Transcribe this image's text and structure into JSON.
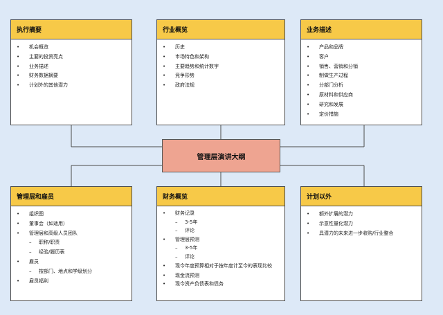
{
  "center": {
    "title": "管理层演讲大纲"
  },
  "boxes": {
    "exec_summary": {
      "title": "执行摘要",
      "items": [
        "机会概览",
        "主要的投资亮点",
        "业务描述",
        "财务数据摘要",
        "计划外的其他潜力"
      ]
    },
    "industry": {
      "title": "行业概览",
      "items": [
        "历史",
        "市场特色和架构",
        "主要趋势和统计数字",
        "竞争形势",
        "政府法规"
      ]
    },
    "business": {
      "title": "业务描述",
      "items": [
        "产品和品牌",
        "客户",
        "销售、营销和分销",
        "制做生产过程",
        "分部门分析",
        "原材料和供应商",
        "研究和发展",
        "定价措施"
      ]
    },
    "management": {
      "title": "管理层和雇员",
      "items": [
        "组织图",
        "董事会（如适用）",
        "管理层和高级人员团队",
        "职称/职责",
        "经验/履历表",
        "雇员",
        "按部门、地点和学级划分",
        "雇员福利"
      ]
    },
    "financial": {
      "title": "财务概览",
      "items": [
        "财务记录",
        "3-5年",
        "评论",
        "管理层预测",
        "3-5年",
        "评论",
        "现今年度预算相对于按年度计至今的表现比较",
        "现金流预测",
        "现今资产负债表和债务"
      ]
    },
    "beyond": {
      "title": "计划以外",
      "items": [
        "额外扩展的潜力",
        "示意性量化潜力",
        "具潜力的未来进一步收购/行业整合"
      ]
    }
  }
}
